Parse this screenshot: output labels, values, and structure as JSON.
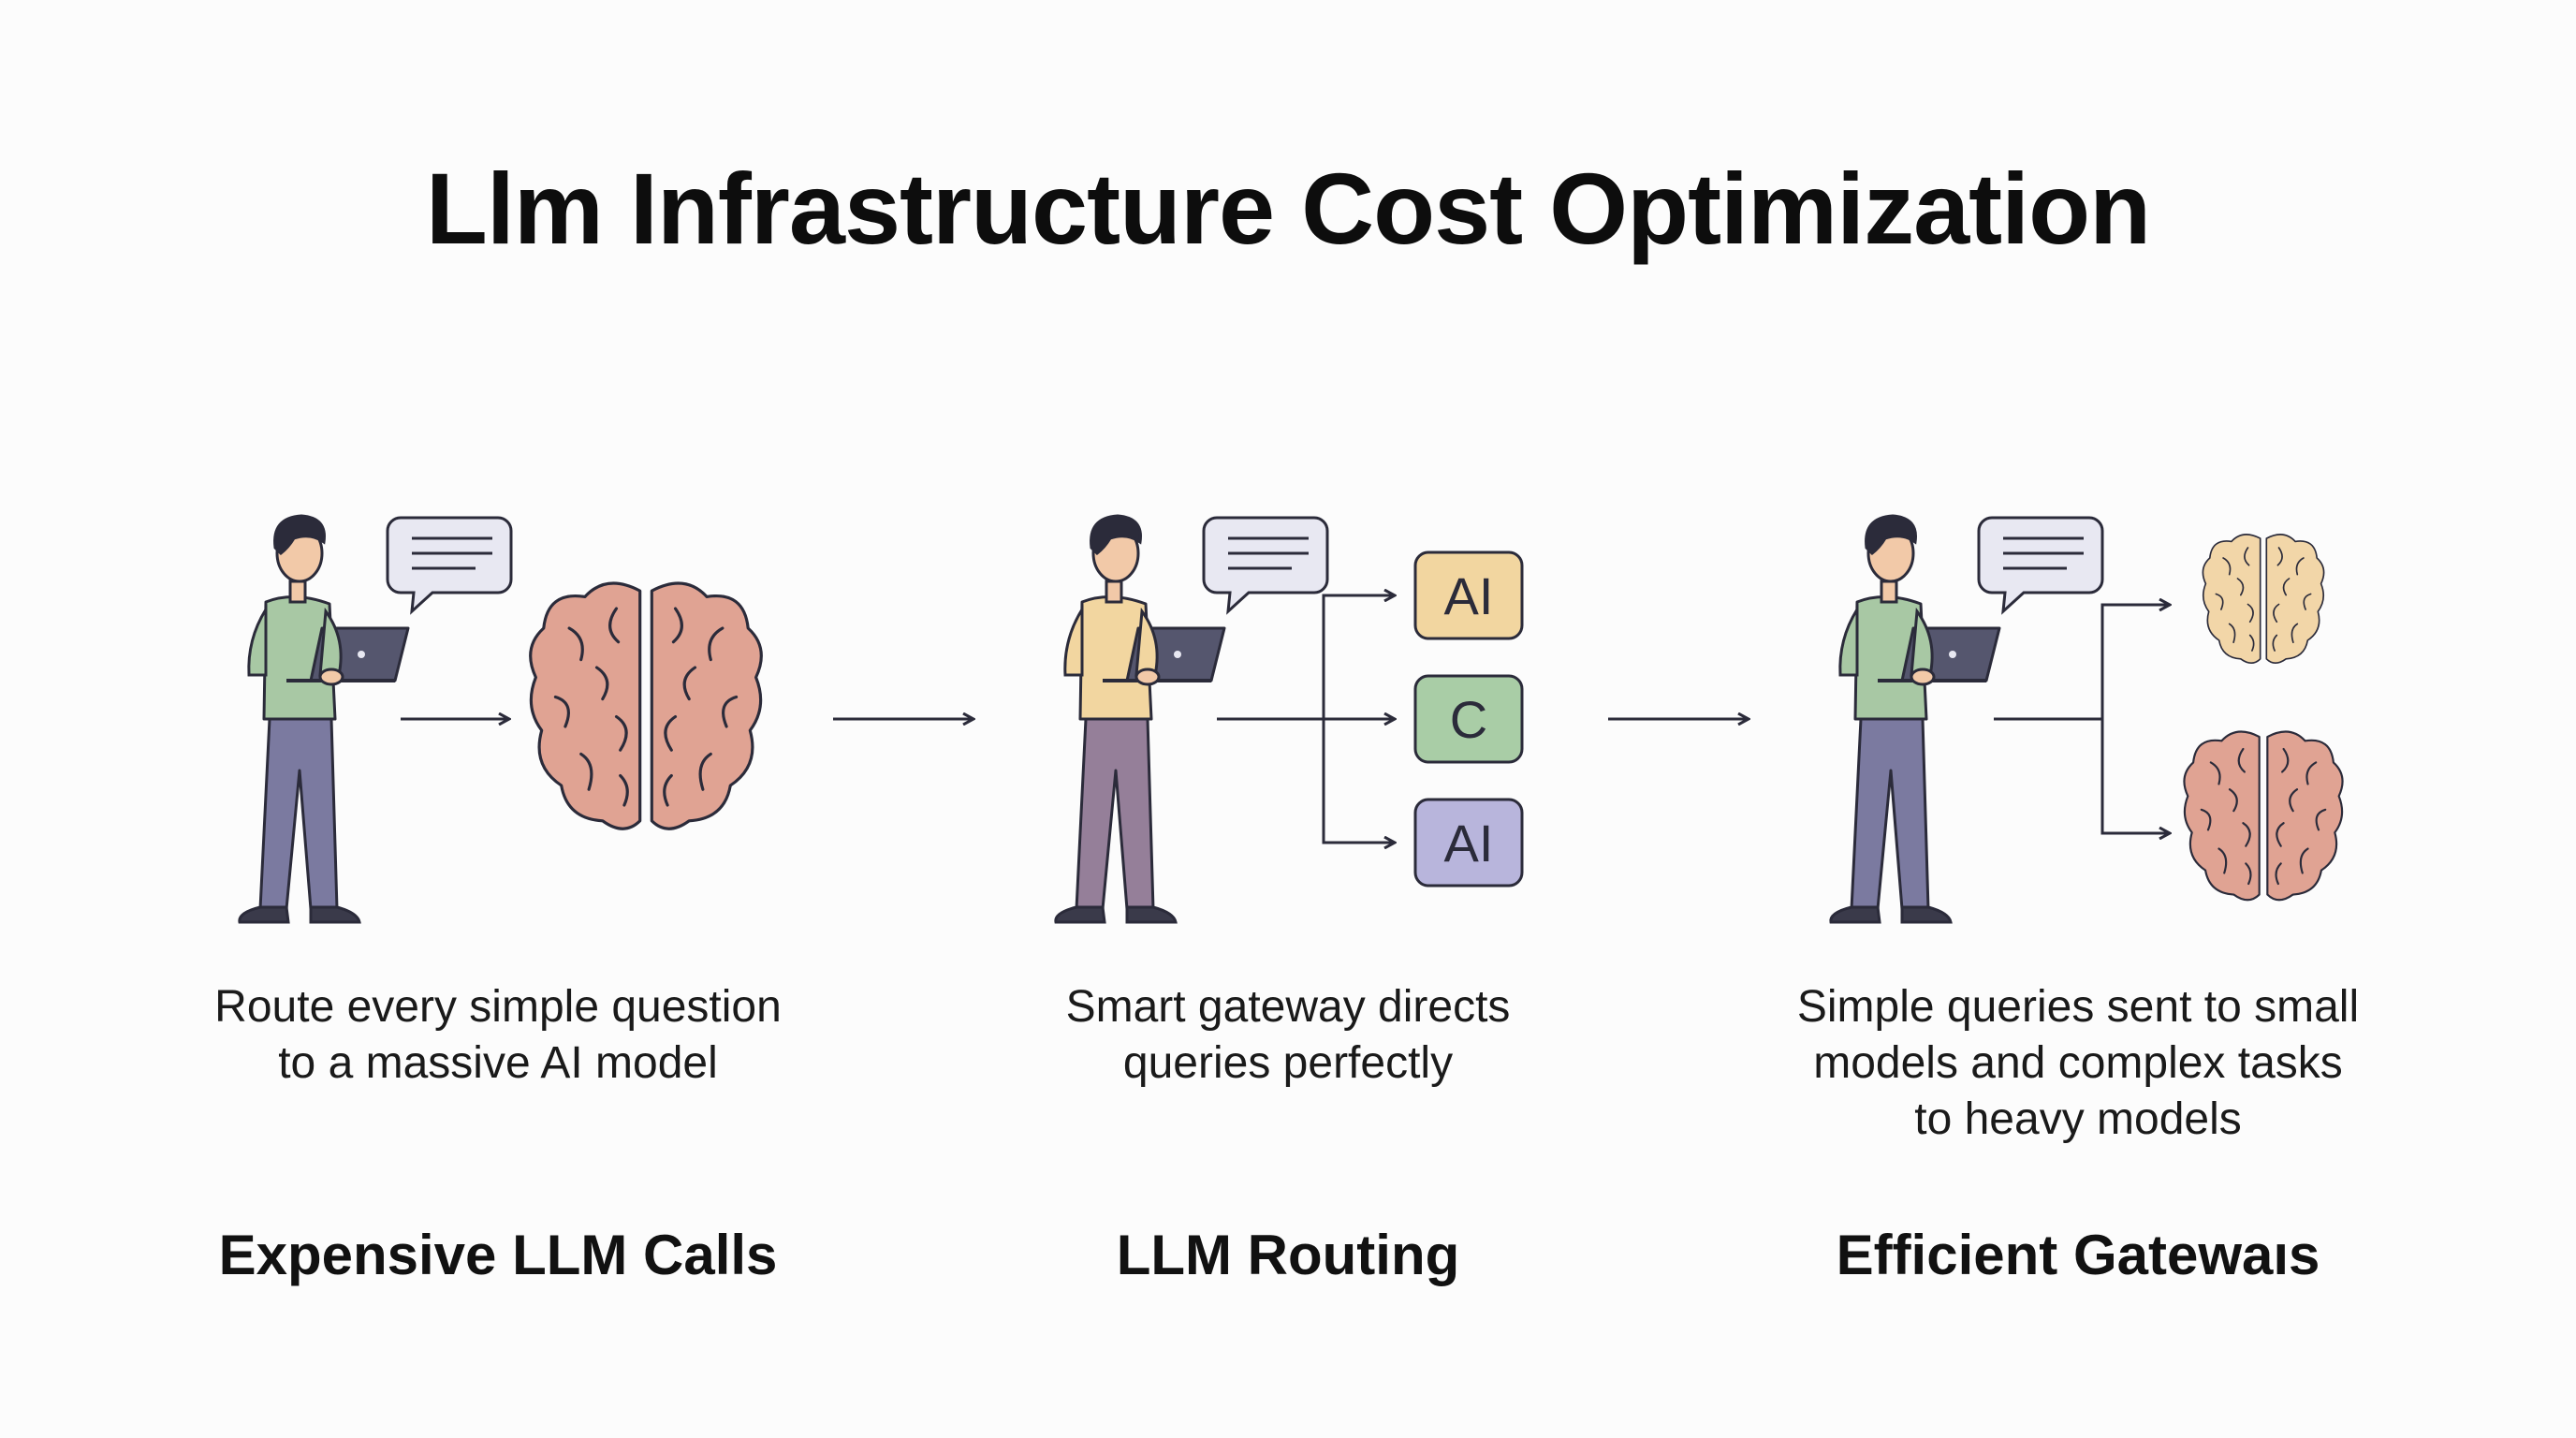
{
  "title": "Llm Infrastructure Cost Optimization",
  "colors": {
    "outline": "#2b2b3a",
    "skin": "#f2c9a8",
    "hair": "#2b2b3a",
    "laptop": "#55566e",
    "brain_large": "#e0a393",
    "brain_small": "#f2d6a8",
    "chip_yellow": "#f2d6a0",
    "chip_green": "#a9cda6",
    "chip_purple": "#b8b5dc",
    "bubble": "#e8e8f2"
  },
  "panels": [
    {
      "icon": "person-with-laptop-icon",
      "shirt": "#a8c8a4",
      "pants": "#7b7aa0",
      "description": [
        "Route every simple question",
        "to a massive AI model"
      ],
      "label": "Expensive LLM Calls"
    },
    {
      "icon": "person-with-laptop-icon",
      "shirt": "#f2d6a0",
      "pants": "#957f99",
      "chips": [
        "AI",
        "C",
        "AI"
      ],
      "description": [
        "Smart gateway directs",
        "queries perfectly"
      ],
      "label": "LLM Routing"
    },
    {
      "icon": "person-with-laptop-icon",
      "shirt": "#a8c8a4",
      "pants": "#7b7aa0",
      "description": [
        "Simple queries sent to small",
        "models and complex tasks",
        "to heavy models"
      ],
      "label": "Efficient Gatewaıs"
    }
  ]
}
